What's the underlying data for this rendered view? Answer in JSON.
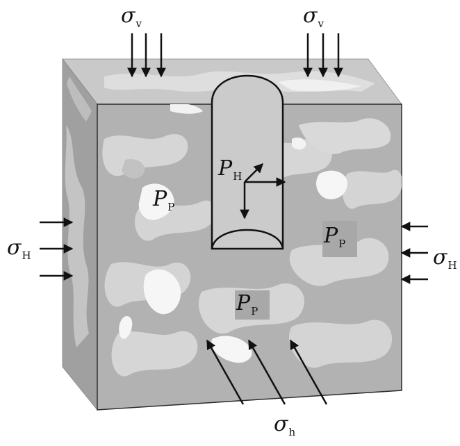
{
  "labels": {
    "sigma": "σ",
    "sigma_v_sub": "v",
    "sigma_H_sub": "H",
    "sigma_h_sub": "h",
    "P": "P",
    "P_H_sub": "H",
    "P_p_sub": "P"
  },
  "colors": {
    "rock_front": "#b4b4b4",
    "rock_top": "#c9c9c9",
    "rock_left": "#9e9e9e",
    "light_patch": "#dadada",
    "white_patch": "#f7f7f7",
    "borehole": "#cacaca",
    "label_box": "#a8a8a8",
    "ink": "#111111"
  }
}
